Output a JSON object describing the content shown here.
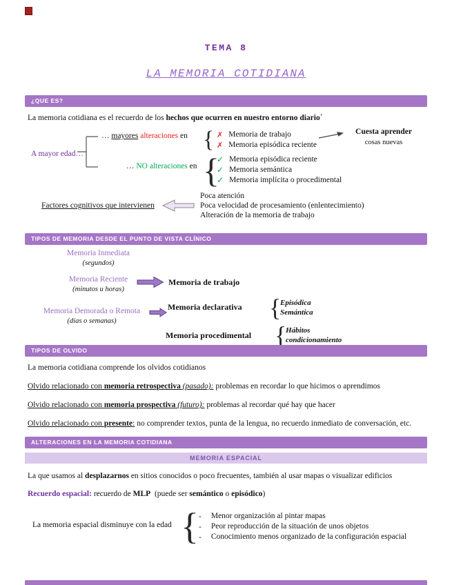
{
  "colors": {
    "accent_bar": "#a575c6",
    "accent_dark": "#7030a0",
    "light_band": "#dbc9ec",
    "red": "#e8231a",
    "green": "#00a651"
  },
  "icons": {
    "cross": "✗",
    "check": "✓",
    "brace": "{",
    "dash": "-"
  },
  "page": {
    "title": "TEMA 8",
    "subtitle": "LA MEMORIA COTIDIANA"
  },
  "que_es": {
    "header": "¿QUE ES?",
    "intro": {
      "normal": "La memoria cotidiana es el recuerdo de los ",
      "bold": "hechos que ocurren en nuestro entorno diario´"
    },
    "edad": {
      "label": "A mayor edad…",
      "mayores_pre": "… ",
      "mayores_u": "mayores",
      "mayores_mid": " ",
      "mayores_red": "alteraciones",
      "mayores_post": " en",
      "cross_items": [
        "Memoria de trabajo",
        "Memoria episódica reciente"
      ],
      "cuesta_bold": "Cuesta aprender",
      "cuesta_normal": "cosas nuevas",
      "no_pre": "… ",
      "no_green": "NO alteraciones",
      "no_post": " en",
      "check_items": [
        "Memoria episódica reciente",
        "Memoria semántica",
        "Memoria implícita o procedimental"
      ]
    },
    "factores": {
      "label": "Factores cognitivos que intervienen",
      "items": [
        "Poca atención",
        "Poca velocidad de procesamiento (enlentecimiento)",
        "Alteración de la memoria de trabajo"
      ]
    }
  },
  "clinico": {
    "header": "TIPOS DE MEMORIA DESDE EL PUNTO DE VISTA CLÍNICO",
    "inmediata_label": "Memoria Inmediata",
    "inmediata_sub": "(segundos)",
    "reciente_label": "Memoria Reciente",
    "reciente_sub": "(minutos u horas)",
    "trabajo": "Memoria de trabajo",
    "demorada_label": "Memoria Demorada o Remota",
    "demorada_sub": "(días o semanas)",
    "declarativa": "Memoria declarativa",
    "declarativa_items": [
      "Episódica",
      "Semántica"
    ],
    "procedimental": "Memoria procedimental",
    "procedimental_items": [
      "Hábitos",
      "condicionamiento"
    ]
  },
  "olvido": {
    "header": "TIPOS DE OLVIDO",
    "intro": "La memoria cotidiana comprende los olvidos cotidianos",
    "items": [
      {
        "pre": "Olvido relacionado con ",
        "bold": "memoria retrospectiva",
        "it": " (pasado):",
        "rest": " problemas en recordar lo que hicimos o aprendimos"
      },
      {
        "pre": "Olvido relacionado con ",
        "bold": "memoria prospectiva",
        "it": " (futuro):",
        "rest": " problemas al recordar qué hay que hacer"
      },
      {
        "pre": "Olvido relacionado con ",
        "bold": "presente",
        "it": ":",
        "rest": " no comprender textos, punta de la lengua, no recuerdo inmediato de conversación, etc."
      }
    ]
  },
  "alteraciones": {
    "header": "ALTERACIONES EN LA MEMORIA COTIDIANA",
    "sub_header": "MEMORIA ESPACIAL",
    "line1": {
      "pre": "La que usamos al ",
      "bold": "desplazarnos",
      "rest": " en sitios conocidos o poco frecuentes, también al usar mapas o visualizar edificios"
    },
    "line2": {
      "lead": "Recuerdo espacial:",
      "a": " recuerdo de ",
      "b": "MLP",
      "c": "  (puede ser ",
      "d": "semántico",
      "e": " o ",
      "f": "episódico",
      "g": ")"
    },
    "edad": {
      "label": "La memoria espacial disminuye con la edad",
      "items": [
        "Menor organización al pintar mapas",
        "Peor reproducción de la situación de unos objetos",
        "Conocimiento menos organizado de la configuración espacial"
      ]
    }
  }
}
